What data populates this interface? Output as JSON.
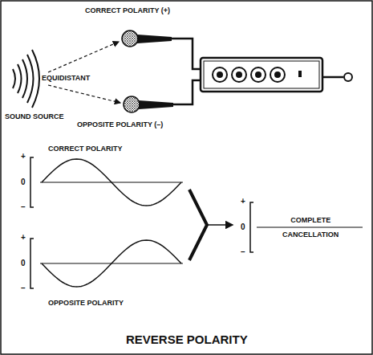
{
  "diagram": {
    "title": "REVERSE POLARITY",
    "labels": [
      "CORRECT POLARITY (+)",
      "EQUIDISTANT",
      "SOUND SOURCE",
      "OPPOSITE POLARITY (–)",
      "CORRECT POLARITY",
      "+",
      "0",
      "–",
      "+",
      "0",
      "–",
      "OPPOSITE POLARITY",
      "+",
      "0",
      "–",
      "COMPLETE CANCELLATION"
    ]
  }
}
